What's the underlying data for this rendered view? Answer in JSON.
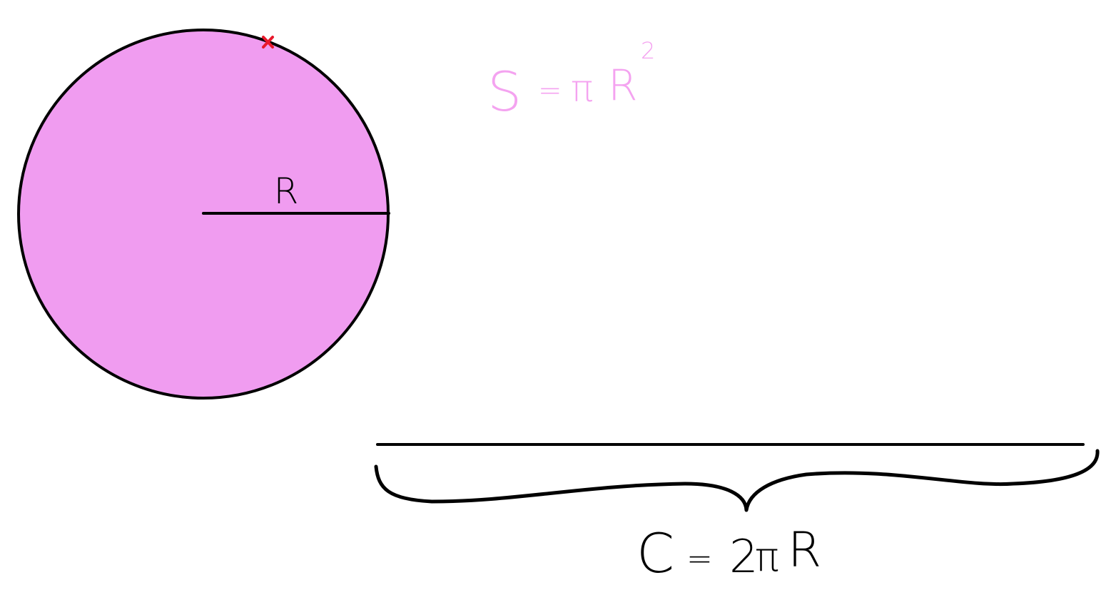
{
  "diagram": {
    "radius_label": "R",
    "area_formula": {
      "lhs": "S",
      "eq": "=",
      "pi": "π",
      "var": "R",
      "exponent": "2"
    },
    "circumference_formula": {
      "lhs": "C",
      "eq": "=",
      "coef": "2",
      "pi": "π",
      "var": "R"
    },
    "colors": {
      "circle_fill": "#f09cf0",
      "outline": "#000000",
      "area_formula": "#f4a3f0",
      "marker": "#e8192c"
    }
  }
}
